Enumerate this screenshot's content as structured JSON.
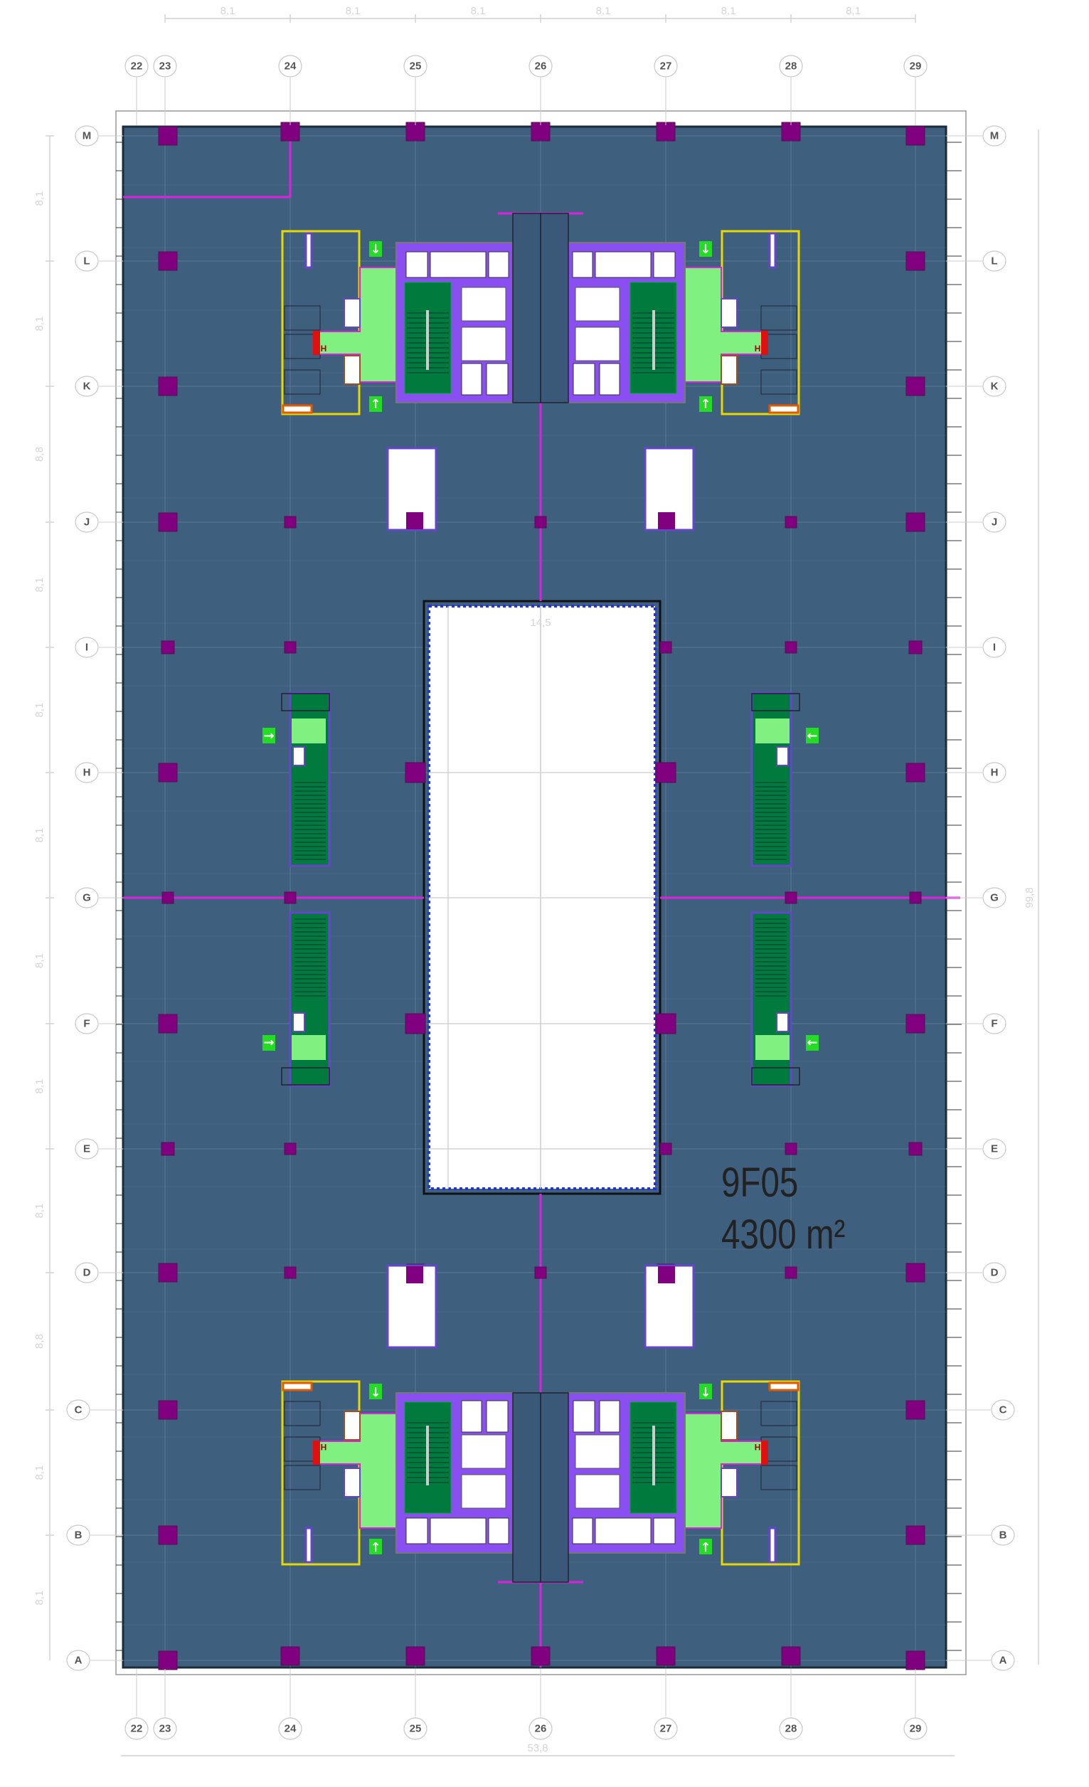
{
  "plan": {
    "room_id": "9F05",
    "room_area": "4300 m²",
    "atrium_dimension": "14,5",
    "overall_width": "53,8",
    "overall_height": "99,8",
    "hydrant_label": "H"
  },
  "grid": {
    "columns": [
      "22",
      "23",
      "24",
      "25",
      "26",
      "27",
      "28",
      "29"
    ],
    "rows": [
      "M",
      "L",
      "K",
      "J",
      "I",
      "H",
      "G",
      "F",
      "E",
      "D",
      "C",
      "B",
      "A"
    ],
    "column_spacings": [
      "8,1",
      "8,1",
      "8,1",
      "8,1",
      "8,1",
      "8,1"
    ],
    "row_spacings": [
      "8,1",
      "8,1",
      "8,8",
      "8,1",
      "8,1",
      "8,1",
      "8,1",
      "8,1",
      "8,1",
      "8,8",
      "8,1",
      "8,1"
    ]
  },
  "colors": {
    "floor": "#3f5f7f",
    "column": "#800080",
    "core_wall": "#8a4ff0",
    "stair": "#007a3d",
    "lobby": "#80f080",
    "partition": "#e020e0",
    "enclosure": "#e8d800",
    "exit_sign": "#22dd22"
  }
}
